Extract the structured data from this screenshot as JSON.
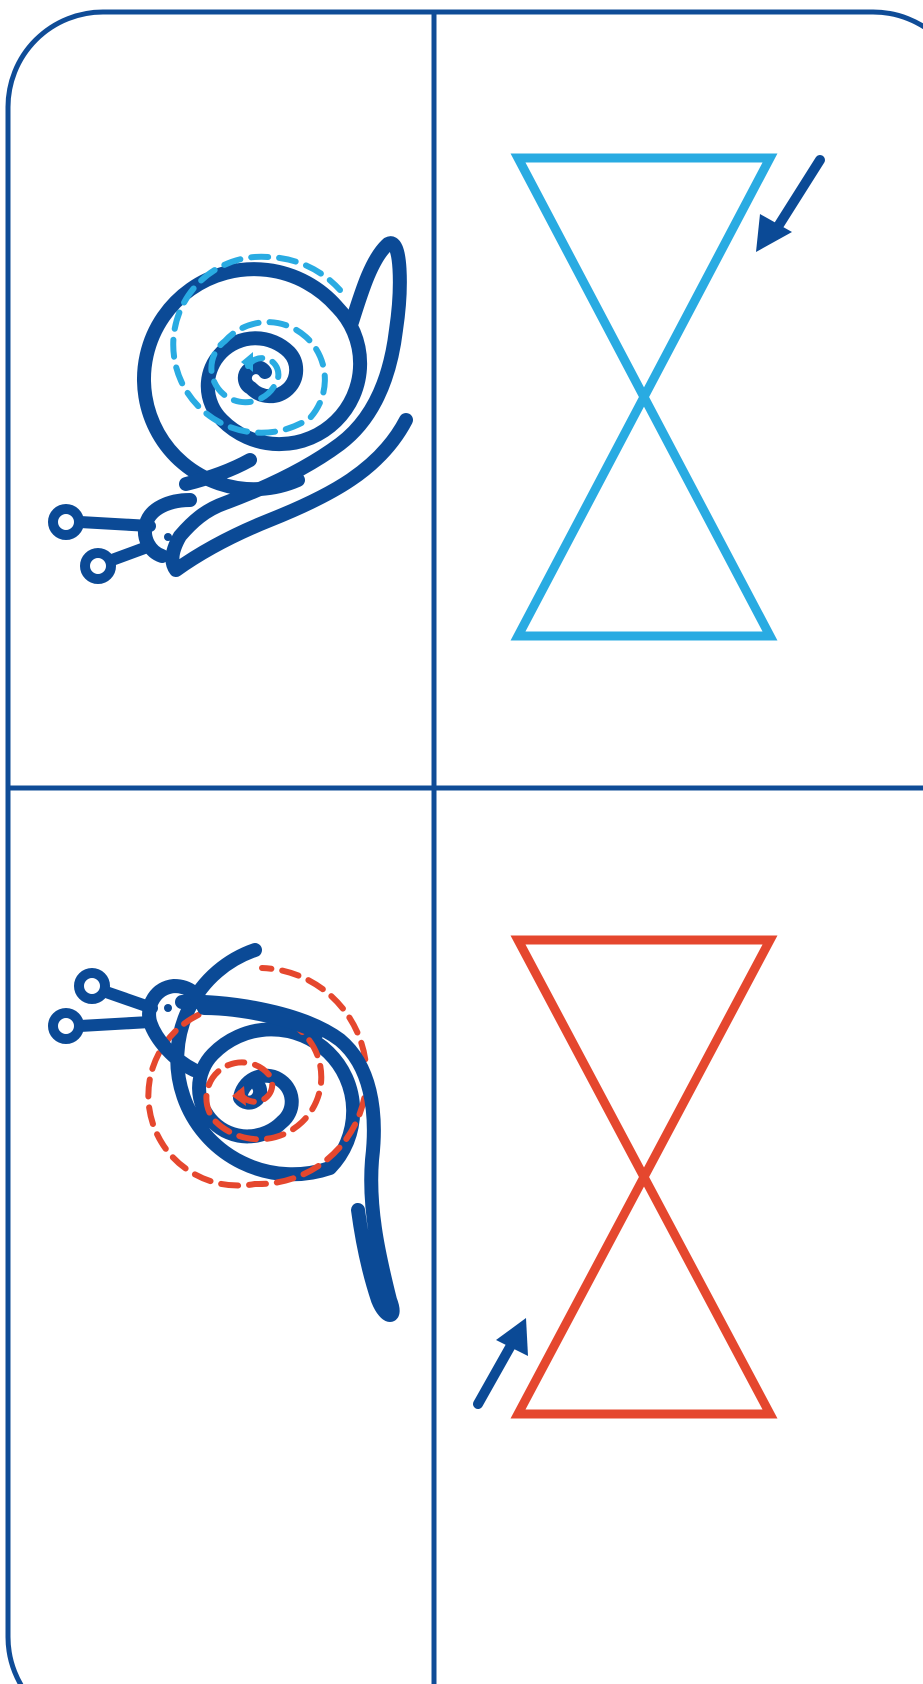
{
  "colors": {
    "frame": "#0f4c97",
    "snail_outline": "#0b4a96",
    "clockwise_trace": "#29abe2",
    "counterclockwise_trace": "#e5472e",
    "direction_arrow": "#0b4a96",
    "background": "#ffffff"
  },
  "panels": [
    {
      "position": "top-left",
      "content": "snail-icon",
      "facing": "left",
      "spiral_trace_color": "clockwise_trace"
    },
    {
      "position": "top-right",
      "content": "hourglass-figure-eight",
      "stroke_color": "clockwise_trace",
      "arrow": "down-left",
      "arrow_at": "top-right"
    },
    {
      "position": "bottom-left",
      "content": "snail-icon",
      "facing": "left-up",
      "spiral_trace_color": "counterclockwise_trace"
    },
    {
      "position": "bottom-right",
      "content": "hourglass-figure-eight",
      "stroke_color": "counterclockwise_trace",
      "arrow": "up-right",
      "arrow_at": "bottom-left"
    }
  ]
}
